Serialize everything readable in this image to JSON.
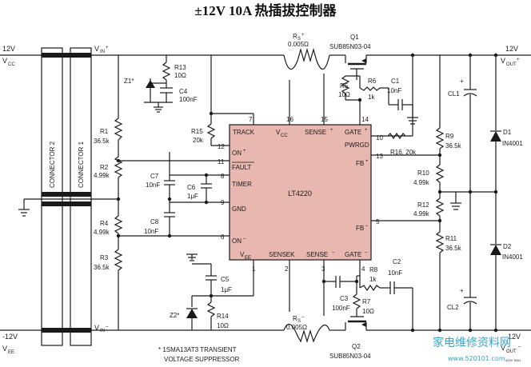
{
  "title": "±12V 10A 热插拔控制器",
  "ic": {
    "name": "LT4220",
    "pins": {
      "track": "TRACK",
      "vcc": "V",
      "vcc_sub": "CC",
      "sense_p": "SENSE",
      "gate_p": "GATE",
      "pwrgd": "PWRGD",
      "on_p": "ON",
      "fault": "FAULT",
      "timer": "TIMER",
      "gnd": "GND",
      "fb_p": "FB",
      "fb_n": "FB",
      "on_n": "ON",
      "vee": "V",
      "vee_sub": "EE",
      "sensek": "SENSEK",
      "sense_n": "SENSE",
      "gate_n": "GATE"
    },
    "pin_numbers": [
      "7",
      "16",
      "15",
      "14",
      "12",
      "11",
      "8",
      "9",
      "6",
      "10",
      "13",
      "5",
      "1",
      "2",
      "3",
      "4"
    ]
  },
  "connectors": {
    "c2": "CONNECTOR 2",
    "c1": "CONNECTOR 1"
  },
  "rails": {
    "vcc_left": "12V",
    "vcc_left_name": "V",
    "vcc_left_sub": "CC",
    "vin_p": "V",
    "vin_p_sub": "IN",
    "vin_p_sup": "+",
    "vout_p_val": "12V",
    "vout_p": "V",
    "vout_p_sub": "OUT",
    "vout_p_sup": "+",
    "vee_left": "-12V",
    "vee_left_name": "V",
    "vee_left_sub": "EE",
    "vin_n": "V",
    "vin_n_sub": "IN",
    "vin_n_sup": "–",
    "vout_n_val": "–12V",
    "vout_n": "V",
    "vout_n_sub": "OUT",
    "vout_n_sup": "–"
  },
  "components": {
    "rs_p": "R",
    "rs_p_sub": "S",
    "rs_p_sup": "+",
    "rs_p_val": "0.005Ω",
    "q1": "Q1",
    "q1_part": "SUB85N03-04",
    "rs_n": "R",
    "rs_n_sub": "S",
    "rs_n_sup": "–",
    "rs_n_val": "0.005Ω",
    "q2": "Q2",
    "q2_part": "SUB85N03-04",
    "r13": "R13",
    "r13_val": "10Ω",
    "c4": "C4",
    "c4_val": "100nF",
    "z1": "Z1*",
    "r1": "R1",
    "r1_val": "36.5k",
    "r2": "R2",
    "r2_val": "4.99k",
    "r4": "R4",
    "r4_val": "4.99k",
    "r3": "R3",
    "r3_val": "36.5k",
    "r15": "R15",
    "r15_val": "20k",
    "c7": "C7",
    "c7_val": "10nF",
    "c6": "C6",
    "c6_val": "1μF",
    "c8": "C8",
    "c8_val": "10nF",
    "r5": "R5",
    "r5_val": "10Ω",
    "r6": "R6",
    "r6_val": "1k",
    "c1": "C1",
    "c1_val": "10nF",
    "r16": "R16, 20k",
    "cl1": "CL1",
    "cl2": "CL2",
    "r9": "R9",
    "r9_val": "36.5k",
    "r10": "R10",
    "r10_val": "4.99k",
    "r12": "R12",
    "r12_val": "4.99k",
    "r11": "R11",
    "r11_val": "36.5k",
    "d1": "D1",
    "d1_val": "IN4001",
    "d2": "D2",
    "d2_val": "IN4001",
    "c5": "C5",
    "c5_val": "1μF",
    "z2": "Z2*",
    "r14": "R14",
    "r14_val": "10Ω",
    "c3": "C3",
    "c3_val": "100nF",
    "r7": "R7",
    "r7_val": "10Ω",
    "r8": "R8",
    "r8_val": "1k",
    "c2": "C2",
    "c2_val": "10nF"
  },
  "plus_sign": "+",
  "footnote_line1": "* 1SMA13AT3 TRANSIENT",
  "footnote_line2": "VOLTAGE SUPPRESSOR",
  "figure_id": "4220 TA01",
  "watermark": "家电维修资料网",
  "watermark_url": "www.520101.com",
  "colors": {
    "ic_fill": "#e8b8b0",
    "wire": "#1a1a1a",
    "watermark": "#3aa3c8"
  }
}
